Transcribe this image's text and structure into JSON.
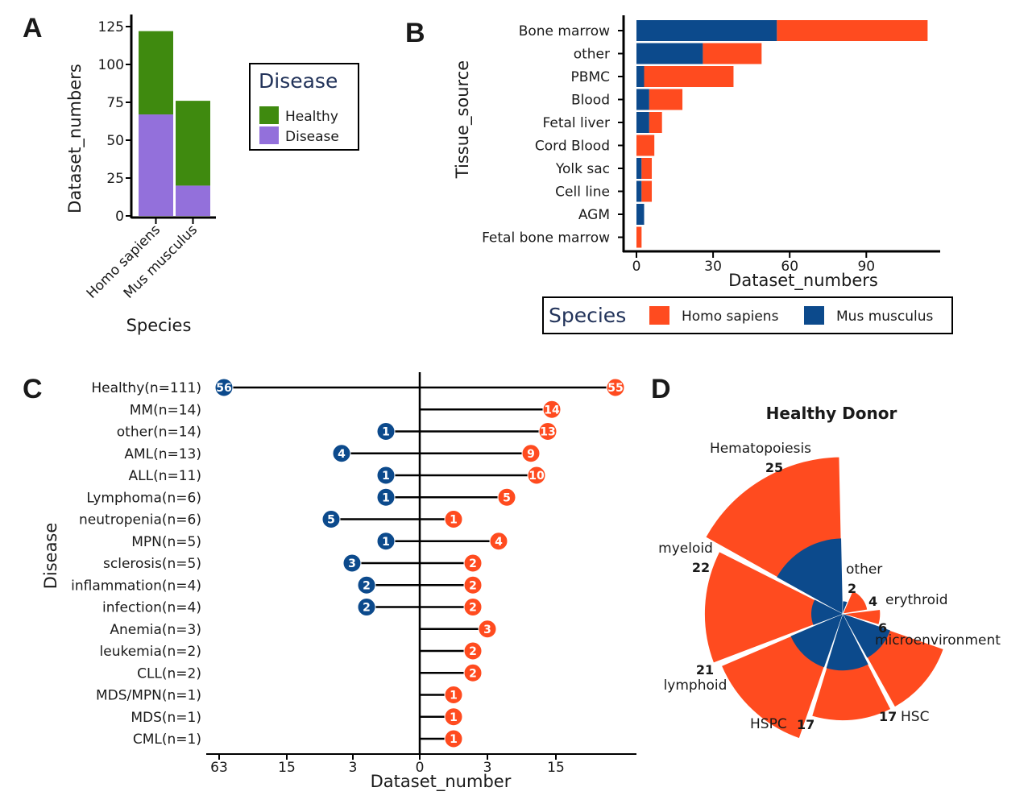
{
  "colors": {
    "healthy": "#3f8a0f",
    "disease": "#9370db",
    "homo": "#ff4b1f",
    "mus": "#0c4a8c",
    "axis": "#000000"
  },
  "panels": {
    "a": "A",
    "b": "B",
    "c": "C",
    "d": "D"
  },
  "chart_data": [
    {
      "id": "A",
      "type": "bar",
      "stacked": true,
      "categories": [
        "Homo sapiens",
        "Mus musculus"
      ],
      "series": [
        {
          "name": "Disease",
          "values": [
            67,
            20
          ]
        },
        {
          "name": "Healthy",
          "values": [
            55,
            56
          ]
        }
      ],
      "xlabel": "Species",
      "ylabel": "Dataset_numbers",
      "ylim": [
        0,
        125
      ],
      "yticks": [
        "0",
        "25",
        "50",
        "75",
        "100",
        "125"
      ],
      "legend": {
        "title": "Disease",
        "placement": "right",
        "entries": [
          "Healthy",
          "Disease"
        ]
      }
    },
    {
      "id": "B",
      "type": "bar",
      "orientation": "horizontal",
      "stacked": true,
      "categories": [
        "Bone marrow",
        "other",
        "PBMC",
        "Blood",
        "Fetal liver",
        "Cord Blood",
        "Yolk sac",
        "Cell line",
        "AGM",
        "Fetal bone marrow"
      ],
      "series": [
        {
          "name": "Mus musculus",
          "values": [
            55,
            26,
            3,
            5,
            5,
            0,
            2,
            2,
            3,
            0
          ]
        },
        {
          "name": "Homo sapiens",
          "values": [
            59,
            23,
            35,
            13,
            5,
            7,
            4,
            4,
            0,
            2
          ]
        }
      ],
      "xlabel": "Dataset_numbers",
      "ylabel": "Tissue_source",
      "xlim": [
        0,
        118
      ],
      "xticks": [
        "0",
        "30",
        "60",
        "90"
      ],
      "legend": {
        "title": "Species",
        "placement": "bottom",
        "entries": [
          "Homo sapiens",
          "Mus musculus"
        ]
      }
    },
    {
      "id": "C",
      "type": "scatter",
      "subtype": "diverging-lollipop",
      "categories": [
        "Healthy(n=111)",
        "MM(n=14)",
        "other(n=14)",
        "AML(n=13)",
        "ALL(n=11)",
        "Lymphoma(n=6)",
        "neutropenia(n=6)",
        "MPN(n=5)",
        "sclerosis(n=5)",
        "inflammation(n=4)",
        "infection(n=4)",
        "Anemia(n=3)",
        "leukemia(n=2)",
        "CLL(n=2)",
        "MDS/MPN(n=1)",
        "MDS(n=1)",
        "CML(n=1)"
      ],
      "series": [
        {
          "name": "Mus musculus",
          "values": [
            56,
            null,
            1,
            4,
            1,
            1,
            5,
            1,
            3,
            2,
            2,
            null,
            null,
            null,
            null,
            null,
            null
          ]
        },
        {
          "name": "Homo sapiens",
          "values": [
            55,
            14,
            13,
            9,
            10,
            5,
            1,
            4,
            2,
            2,
            2,
            3,
            2,
            2,
            1,
            1,
            1
          ]
        }
      ],
      "xlabel": "Dataset_number",
      "ylabel": "Disease",
      "xticks": [
        "63",
        "15",
        "3",
        "0",
        "3",
        "15"
      ]
    },
    {
      "id": "D",
      "type": "pie",
      "subtype": "polar-area",
      "title": "Healthy Donor",
      "slices": [
        {
          "label": "Hematopoiesis",
          "value": 25,
          "mus": 12
        },
        {
          "label": "other",
          "value": 2,
          "mus": 2
        },
        {
          "label": "erythroid",
          "value": 4,
          "mus": 0
        },
        {
          "label": "microenvironment",
          "value": 6,
          "mus": 0
        },
        {
          "label": "HSC",
          "value": 17,
          "mus": 8
        },
        {
          "label": "HSPC",
          "value": 17,
          "mus": 9
        },
        {
          "label": "lymphoid",
          "value": 21,
          "mus": 9
        },
        {
          "label": "myeloid",
          "value": 22,
          "mus": 5
        }
      ]
    }
  ]
}
